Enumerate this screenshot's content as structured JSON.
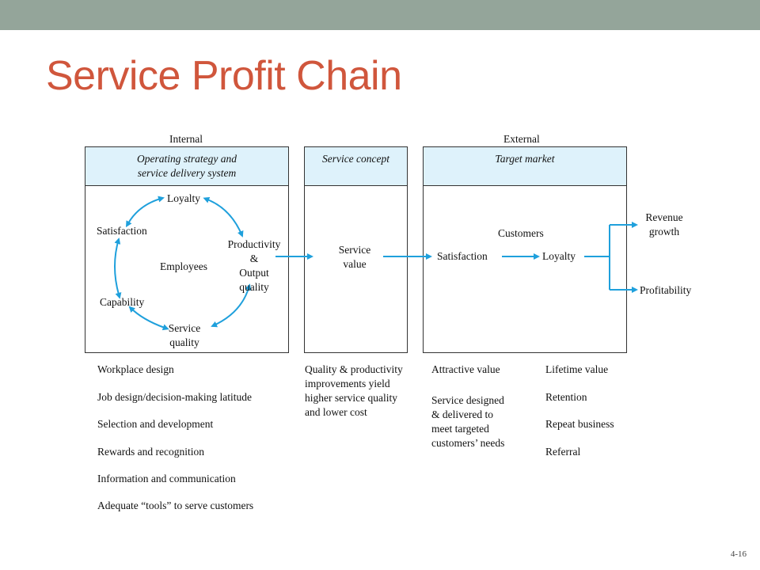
{
  "slide": {
    "title": "Service Profit Chain",
    "page_number": "4-16",
    "topbar_color": "#94a59a",
    "title_color": "#d0563c"
  },
  "diagram": {
    "section_labels": {
      "internal": "Internal",
      "external": "External"
    },
    "headers": {
      "operating_line1": "Operating strategy and",
      "operating_line2": "service delivery system",
      "service_concept": "Service concept",
      "target_market": "Target market"
    },
    "cycle": {
      "center": "Employees",
      "loyalty": "Loyalty",
      "satisfaction": "Satisfaction",
      "capability": "Capability",
      "service_quality_line1": "Service",
      "service_quality_line2": "quality",
      "productivity_line1": "Productivity",
      "productivity_line2": "&",
      "productivity_line3": "Output",
      "productivity_line4": "quality"
    },
    "service_value_line1": "Service",
    "service_value_line2": "value",
    "customers": "Customers",
    "customer_satisfaction": "Satisfaction",
    "customer_loyalty": "Loyalty",
    "outcomes": {
      "revenue_line1": "Revenue",
      "revenue_line2": "growth",
      "profitability": "Profitability"
    },
    "arrow_color": "#1fa0dc",
    "header_fill": "#def2fb"
  },
  "lists": {
    "internal": [
      "Workplace design",
      "Job design/decision-making latitude",
      "Selection and development",
      "Rewards and recognition",
      "Information and communication",
      "Adequate “tools” to serve customers"
    ],
    "service_concept": [
      "Quality & productivity",
      "improvements yield",
      "higher service quality",
      "and lower cost"
    ],
    "target_value": {
      "attractive": "Attractive value",
      "designed": [
        "Service designed",
        "& delivered to",
        "meet targeted",
        "customers’ needs"
      ]
    },
    "target_outcomes": [
      "Lifetime value",
      "Retention",
      "Repeat business",
      "Referral"
    ]
  }
}
